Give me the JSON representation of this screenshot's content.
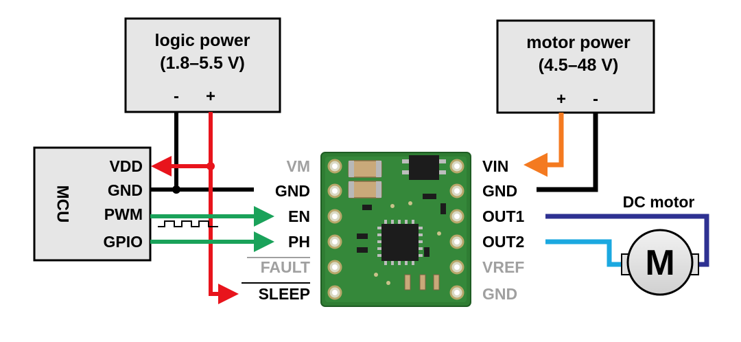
{
  "logic_power": {
    "title_line1": "logic power",
    "title_line2": "(1.8–5.5 V)",
    "minus": "-",
    "plus": "+"
  },
  "motor_power": {
    "title_line1": "motor power",
    "title_line2": "(4.5–48 V)",
    "plus": "+",
    "minus": "-"
  },
  "mcu": {
    "title": "MCU",
    "pins": [
      "VDD",
      "GND",
      "PWM",
      "GPIO"
    ]
  },
  "board_left_pins": [
    "VM",
    "GND",
    "EN",
    "PH",
    "FAULT",
    "SLEEP"
  ],
  "board_right_pins": [
    "VIN",
    "GND",
    "OUT1",
    "OUT2",
    "VREF",
    "GND"
  ],
  "motor": {
    "label": "DC motor",
    "symbol": "M"
  },
  "colors": {
    "logic_power_wire": "#e8141c",
    "ground_wire": "#000000",
    "motor_power_wire": "#f47a20",
    "signal_wire": "#1aa25a",
    "out1_wire": "#2e3192",
    "out2_wire": "#1ba8e0",
    "board": "#2f7d33",
    "active_pin_text": "#000000",
    "inactive_pin_text": "#a0a0a0"
  }
}
